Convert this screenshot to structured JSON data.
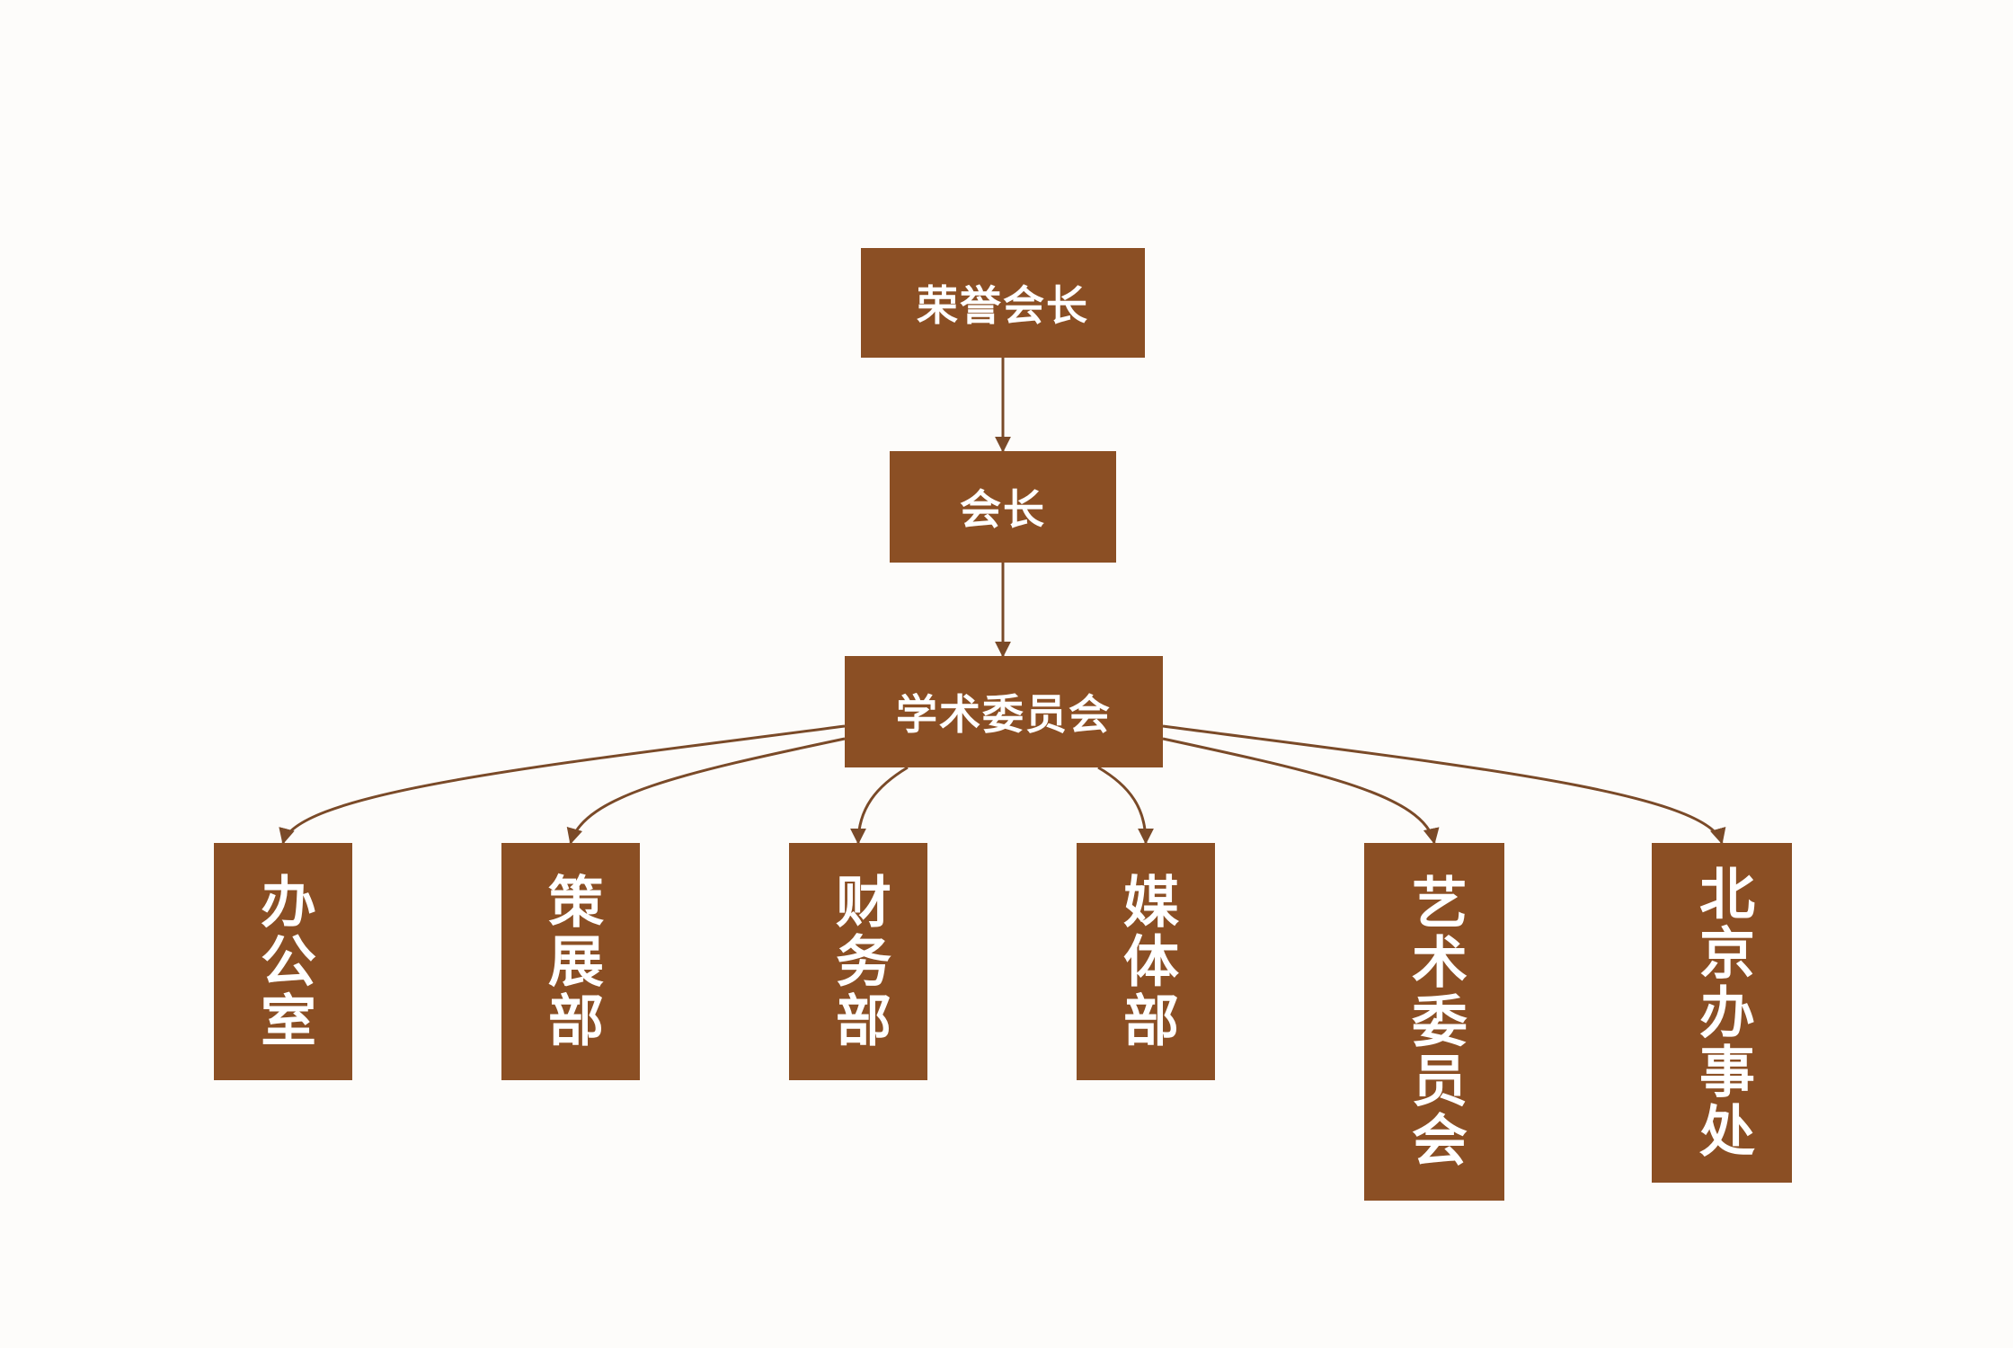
{
  "diagram": {
    "type": "org-chart",
    "colors": {
      "box": "#8b4f24",
      "text": "#ffffff",
      "connector": "#7a4a28"
    },
    "nodes": {
      "honorary_president": "荣誉会长",
      "president": "会长",
      "academic_committee": "学术委员会"
    },
    "departments": [
      {
        "label": "办公室"
      },
      {
        "label": "策展部"
      },
      {
        "label": "财务部"
      },
      {
        "label": "媒体部"
      },
      {
        "label": "艺术委员会"
      },
      {
        "label": "北京办事处"
      }
    ],
    "edges": [
      {
        "from": "荣誉会长",
        "to": "会长"
      },
      {
        "from": "会长",
        "to": "学术委员会"
      },
      {
        "from": "学术委员会",
        "to": "办公室"
      },
      {
        "from": "学术委员会",
        "to": "策展部"
      },
      {
        "from": "学术委员会",
        "to": "财务部"
      },
      {
        "from": "学术委员会",
        "to": "媒体部"
      },
      {
        "from": "学术委员会",
        "to": "艺术委员会"
      },
      {
        "from": "学术委员会",
        "to": "北京办事处"
      }
    ]
  }
}
